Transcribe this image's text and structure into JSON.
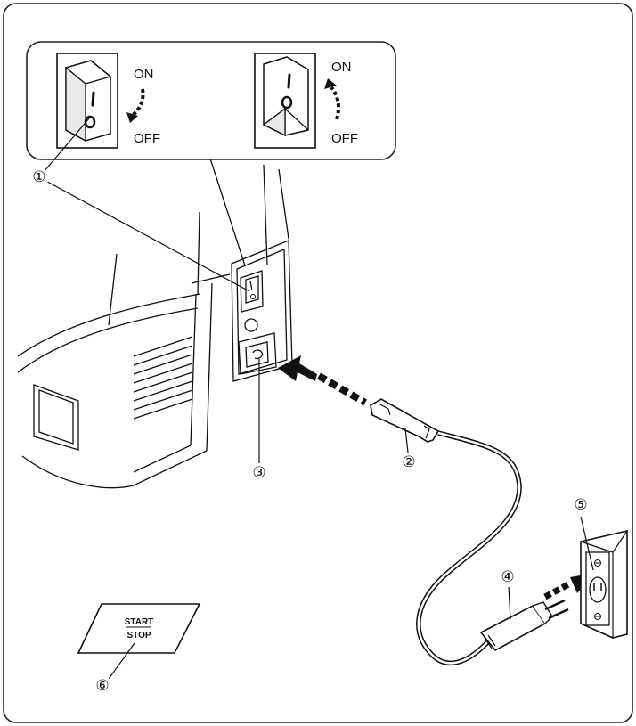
{
  "switch_labels": {
    "on": "ON",
    "off": "OFF",
    "symbol_on": "I",
    "symbol_off": "O"
  },
  "callouts": {
    "power_switch": "①",
    "machine_plug": "②",
    "machine_socket": "③",
    "power_supply_plug": "④",
    "wall_outlet": "⑤",
    "start_stop_button": "⑥"
  },
  "start_stop_button": {
    "line1": "START",
    "line2": "STOP"
  }
}
